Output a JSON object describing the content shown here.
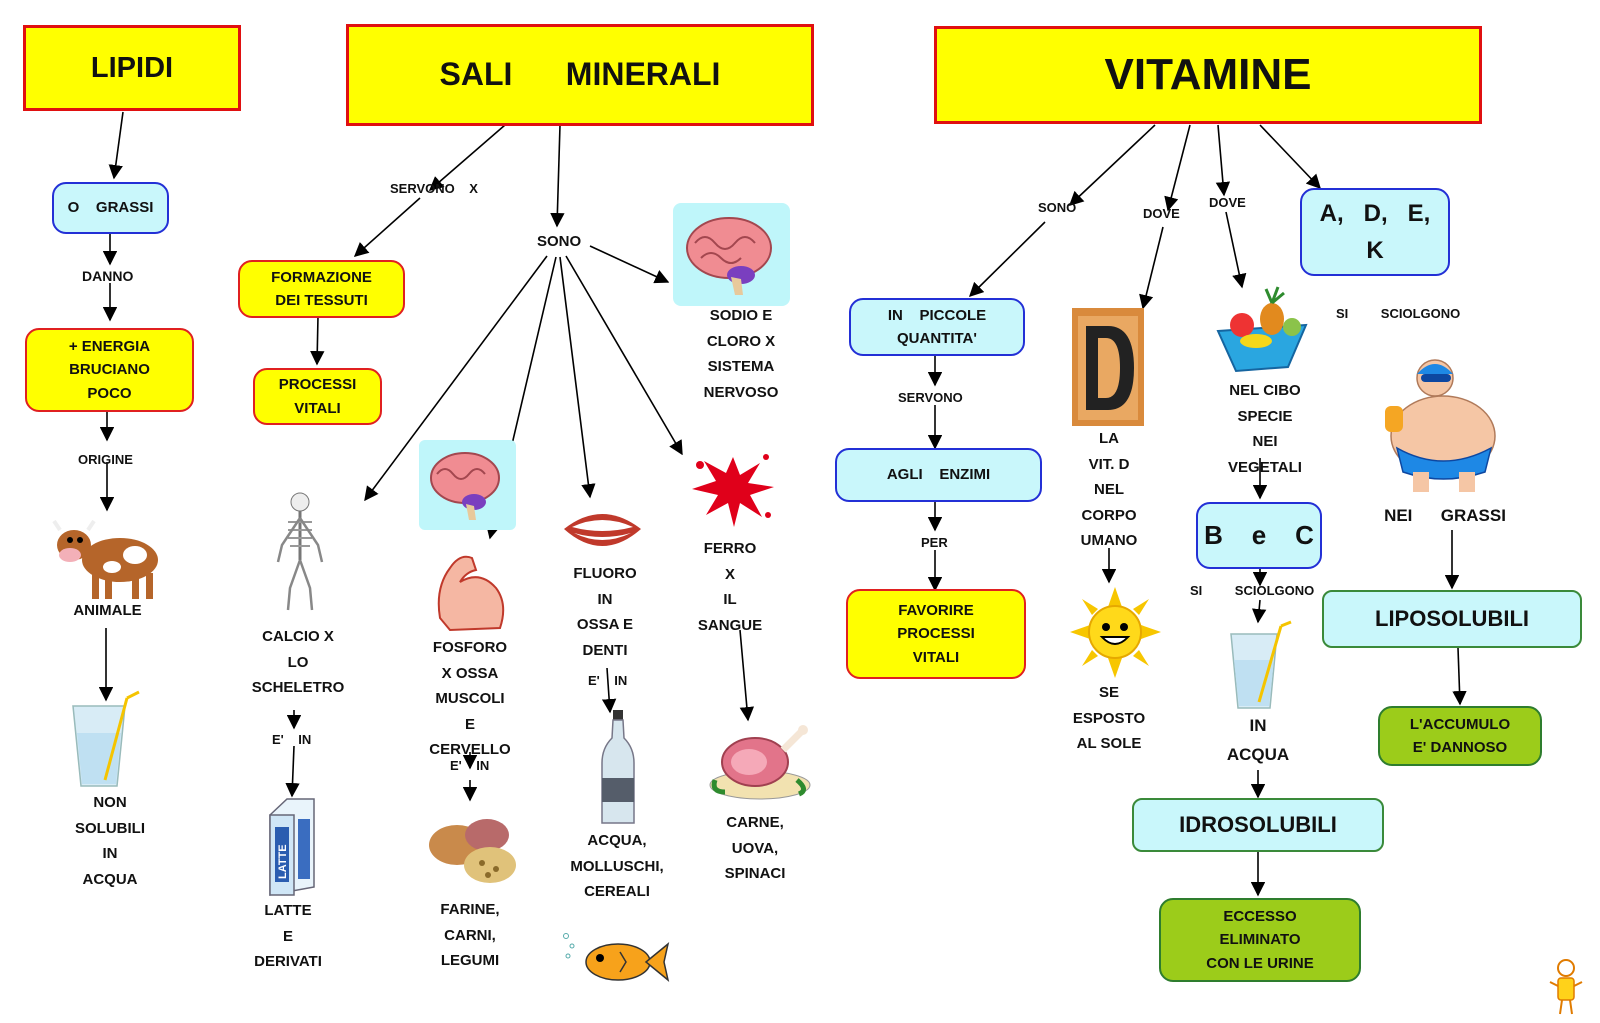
{
  "titles": {
    "lipidi": "LIPIDI",
    "sali": "SALI      MINERALI",
    "vitamine": "VITAMINE"
  },
  "lipidi": {
    "grassi": "O    GRASSI",
    "danno": "DANNO",
    "energia": "+    ENERGIA\nBRUCIANO\nPOCO",
    "origine": "ORIGINE",
    "animale": "ANIMALE",
    "non_solubili": "NON\nSOLUBILI\nIN\nACQUA"
  },
  "sali": {
    "servono": "SERVONO    X",
    "formazione": "FORMAZIONE\nDEI    TESSUTI",
    "processi": "PROCESSI\nVITALI",
    "sono": "SONO",
    "sodio": "SODIO    E\nCLORO    X\nSISTEMA\nNERVOSO",
    "calcio": "CALCIO    X\nLO\nSCHELETRO",
    "calcio_in": "E'    IN",
    "latte": "LATTE\nE\nDERIVATI",
    "fosforo": "FOSFORO\nX   OSSA\nMUSCOLI\nE\nCERVELLO",
    "fosforo_in": "E'    IN",
    "farine": "FARINE,\nCARNI,\nLEGUMI",
    "fluoro": "FLUORO\nIN\nOSSA    E\nDENTI",
    "fluoro_in": "E'    IN",
    "acqua": "ACQUA,\nMOLLUSCHI,\nCEREALI",
    "ferro": "FERRO\nX\nIL\nSANGUE",
    "carne": "CARNE,\nUOVA,\nSPINACI"
  },
  "vitamine": {
    "sono": "SONO",
    "dove1": "DOVE",
    "dove2": "DOVE",
    "adek": "A,   D,   E,\nK",
    "piccole": "IN    PICCOLE\nQUANTITA'",
    "servono": "SERVONO",
    "enzimi": "AGLI    ENZIMI",
    "per": "PER",
    "favorire": "FAVORIRE\nPROCESSI\nVITALI",
    "vitd": "LA\nVIT.   D\nNEL\nCORPO\nUMANO",
    "sole": "SE\nESPOSTO\nAL    SOLE",
    "cibo": "NEL    CIBO\nSPECIE\nNEI\nVEGETALI",
    "bc": "B    e    C",
    "si_sciolgono1": "SI         SCIOLGONO",
    "in_acqua": "IN\nACQUA",
    "idro": "IDROSOLUBILI",
    "eccesso": "ECCESSO\nELIMINATO\nCON    LE    URINE",
    "si_sciolgono2": "SI         SCIOLGONO",
    "nei_grassi": "NEI      GRASSI",
    "lipo": "LIPOSOLUBILI",
    "accumulo": "L'ACCUMULO\nE'      DANNOSO"
  },
  "icons": [
    "brain-icon",
    "skeleton-icon",
    "muscle-icon",
    "mouth-icon",
    "blood-splash-icon",
    "cow-icon",
    "water-glass-icon",
    "milk-carton-icon",
    "food-pile-icon",
    "water-bottle-icon",
    "fish-icon",
    "ham-icon",
    "letter-d-icon",
    "sun-icon",
    "fruit-bowl-icon",
    "swimmer-icon",
    "mascot-icon"
  ],
  "colors": {
    "title_fill": "#ffff00",
    "title_border": "#e01010",
    "cyan": "#c9f7fb",
    "blue_border": "#2330d6",
    "green": "#9ccc1a"
  }
}
